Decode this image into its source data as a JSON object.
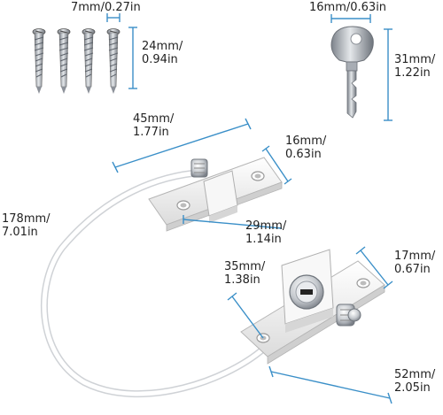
{
  "colors": {
    "dimension_line": "#3a8fc8",
    "label_text": "#222222",
    "plastic": "#f4f4f4",
    "steel": "#b8bcc2",
    "brass": "#c9cdd2"
  },
  "screws": {
    "width_line1": "7mm/0.27in",
    "length_line1": "24mm/",
    "length_line2": "0.94in"
  },
  "key": {
    "width_line1": "16mm/0.63in",
    "length_line1": "31mm/",
    "length_line2": "1.22in"
  },
  "cable": {
    "length_line1": "178mm/",
    "length_line2": "7.01in"
  },
  "anchor_bracket": {
    "length_line1": "45mm/",
    "length_line2": "1.77in",
    "width_line1": "16mm/",
    "width_line2": "0.63in",
    "hole_spacing_line1": "29mm/",
    "hole_spacing_line2": "1.14in"
  },
  "lock_bracket": {
    "hole_spacing_line1": "35mm/",
    "hole_spacing_line2": "1.38in",
    "width_line1": "17mm/",
    "width_line2": "0.67in",
    "length_line1": "52mm/",
    "length_line2": "2.05in"
  }
}
